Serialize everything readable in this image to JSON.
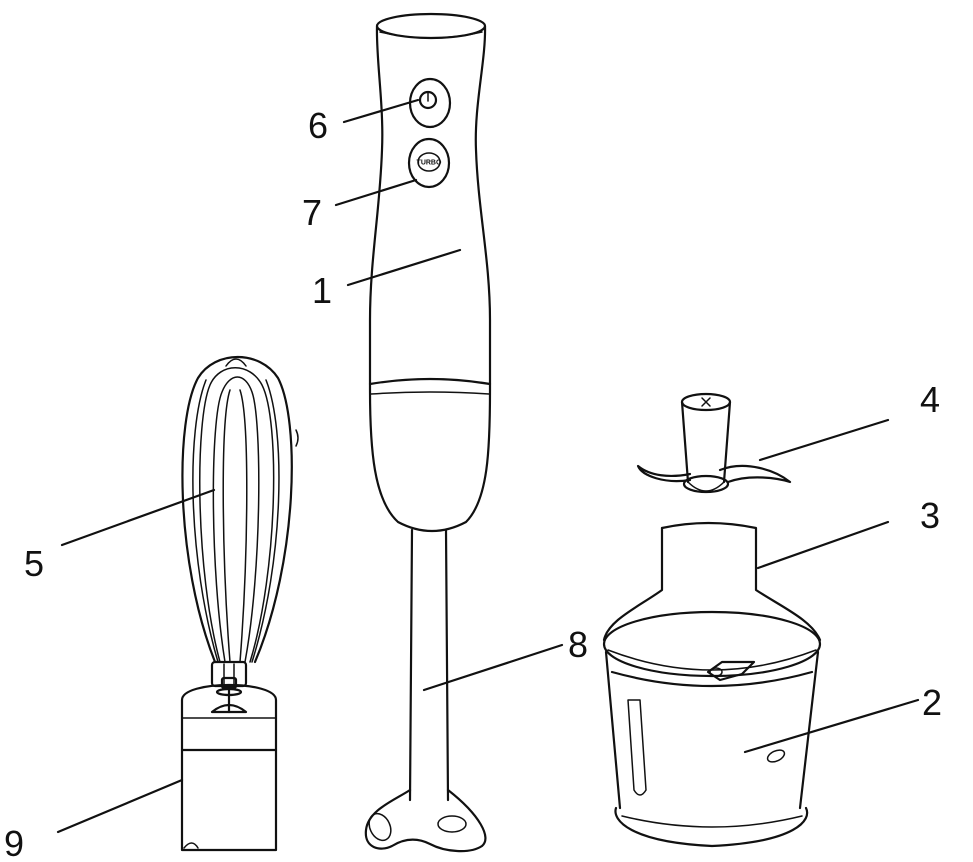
{
  "labels": {
    "n1": "1",
    "n2": "2",
    "n3": "3",
    "n4": "4",
    "n5": "5",
    "n6": "6",
    "n7": "7",
    "n8": "8",
    "n9": "9"
  },
  "turbo_button_text": "TURBO",
  "colors": {
    "line": "#111111",
    "background": "#ffffff"
  }
}
